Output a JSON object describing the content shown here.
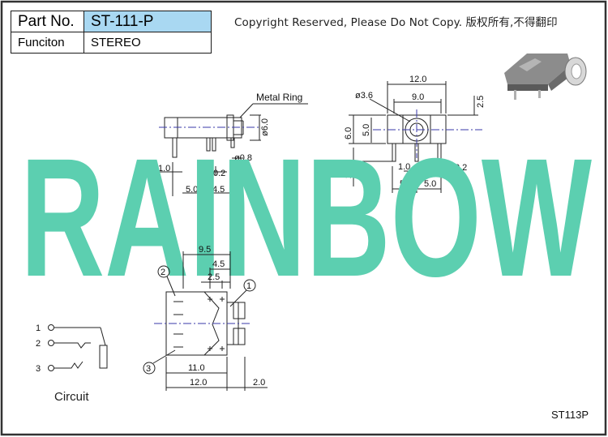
{
  "header": {
    "part_no_label": "Part No.",
    "part_no_value": "ST-111-P",
    "function_label": "Funciton",
    "function_value": "STEREO"
  },
  "copyright": "Copyright Reserved, Please Do Not Copy. 版权所有,不得翻印",
  "watermark": "RAINBOW",
  "model_code": "ST113P",
  "side_view": {
    "callout": "Metal Ring",
    "dims": [
      "ø6.0",
      "ø0.8",
      "1.0",
      "0.2",
      "5.0",
      "4.5"
    ]
  },
  "front_view": {
    "dims": [
      "12.0",
      "9.0",
      "ø3.6",
      "2.5",
      "6.0",
      "5.0",
      "1.0",
      "0.2",
      "2.2",
      "5.0",
      "5.0"
    ]
  },
  "top_view": {
    "dims": [
      "9.5",
      "4.5",
      "2.5",
      "11.0",
      "12.0",
      "2.0"
    ],
    "pin_markers": [
      "1",
      "2",
      "3"
    ]
  },
  "circuit": {
    "label": "Circuit",
    "pins": [
      "1",
      "2",
      "3"
    ]
  },
  "colors": {
    "watermark": "#5ccfb0",
    "table_highlight": "#a9d8f2",
    "frame": "#333333",
    "centerline": "#3a3aa8"
  },
  "icons": {
    "product_photo": "jack-3d-render-icon"
  }
}
